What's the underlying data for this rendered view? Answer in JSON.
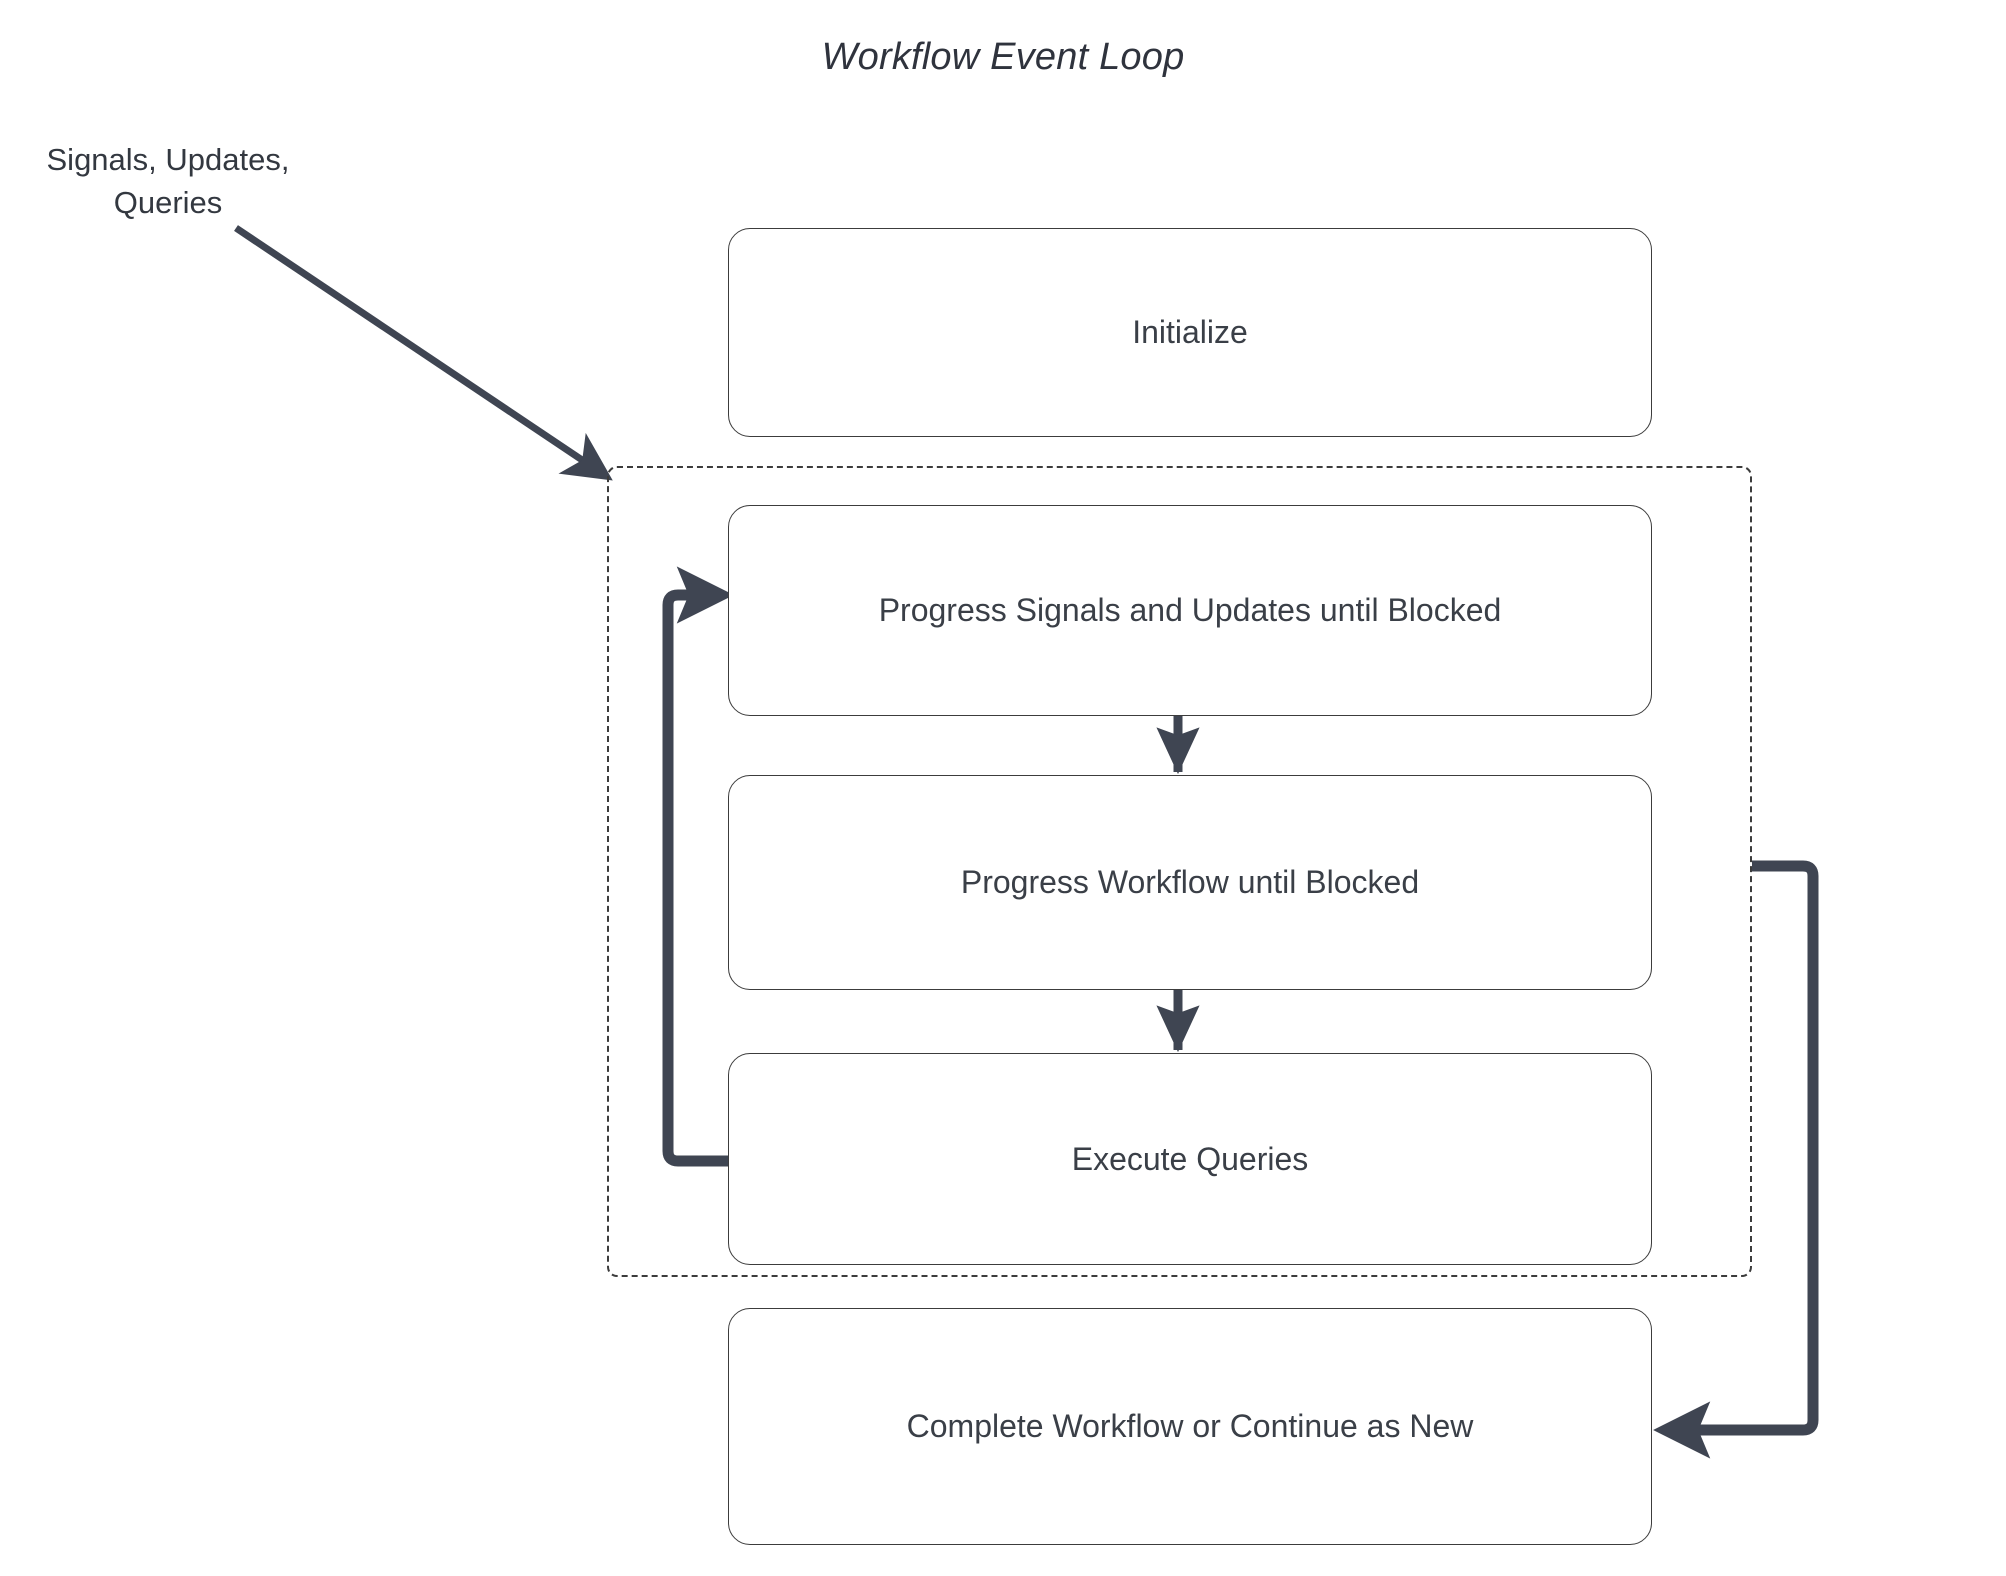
{
  "diagram": {
    "title": "Workflow Event Loop",
    "type": "flowchart",
    "external_input_label": "Signals, Updates,\nQueries",
    "external_input_line1": "Signals, Updates,",
    "external_input_line2": "Queries",
    "colors": {
      "background": "#ffffff",
      "node_fill": "#ffffff",
      "node_border": "#3c3c3c",
      "node_text": "#3a3f47",
      "title_text": "#2f333d",
      "edge": "#3f4552",
      "cluster_border": "#3c3c3c"
    },
    "cluster": {
      "name": "event-loop-cluster",
      "label": "",
      "style": "dashed"
    },
    "nodes": [
      {
        "id": "initialize",
        "label": "Initialize"
      },
      {
        "id": "progress-signals",
        "label": "Progress Signals and Updates until Blocked"
      },
      {
        "id": "progress-workflow",
        "label": "Progress Workflow until Blocked"
      },
      {
        "id": "execute-queries",
        "label": "Execute Queries"
      },
      {
        "id": "complete",
        "label": "Complete Workflow or Continue as New"
      }
    ],
    "edges": [
      {
        "from": "external-input",
        "to": "event-loop-cluster",
        "label": "",
        "style": "solid-diagonal"
      },
      {
        "from": "progress-signals",
        "to": "progress-workflow",
        "label": "",
        "style": "solid-down"
      },
      {
        "from": "progress-workflow",
        "to": "execute-queries",
        "label": "",
        "style": "solid-down"
      },
      {
        "from": "execute-queries",
        "to": "progress-signals",
        "label": "",
        "style": "loop-back-left"
      },
      {
        "from": "progress-workflow",
        "to": "complete",
        "label": "",
        "style": "loop-right-down"
      }
    ]
  }
}
